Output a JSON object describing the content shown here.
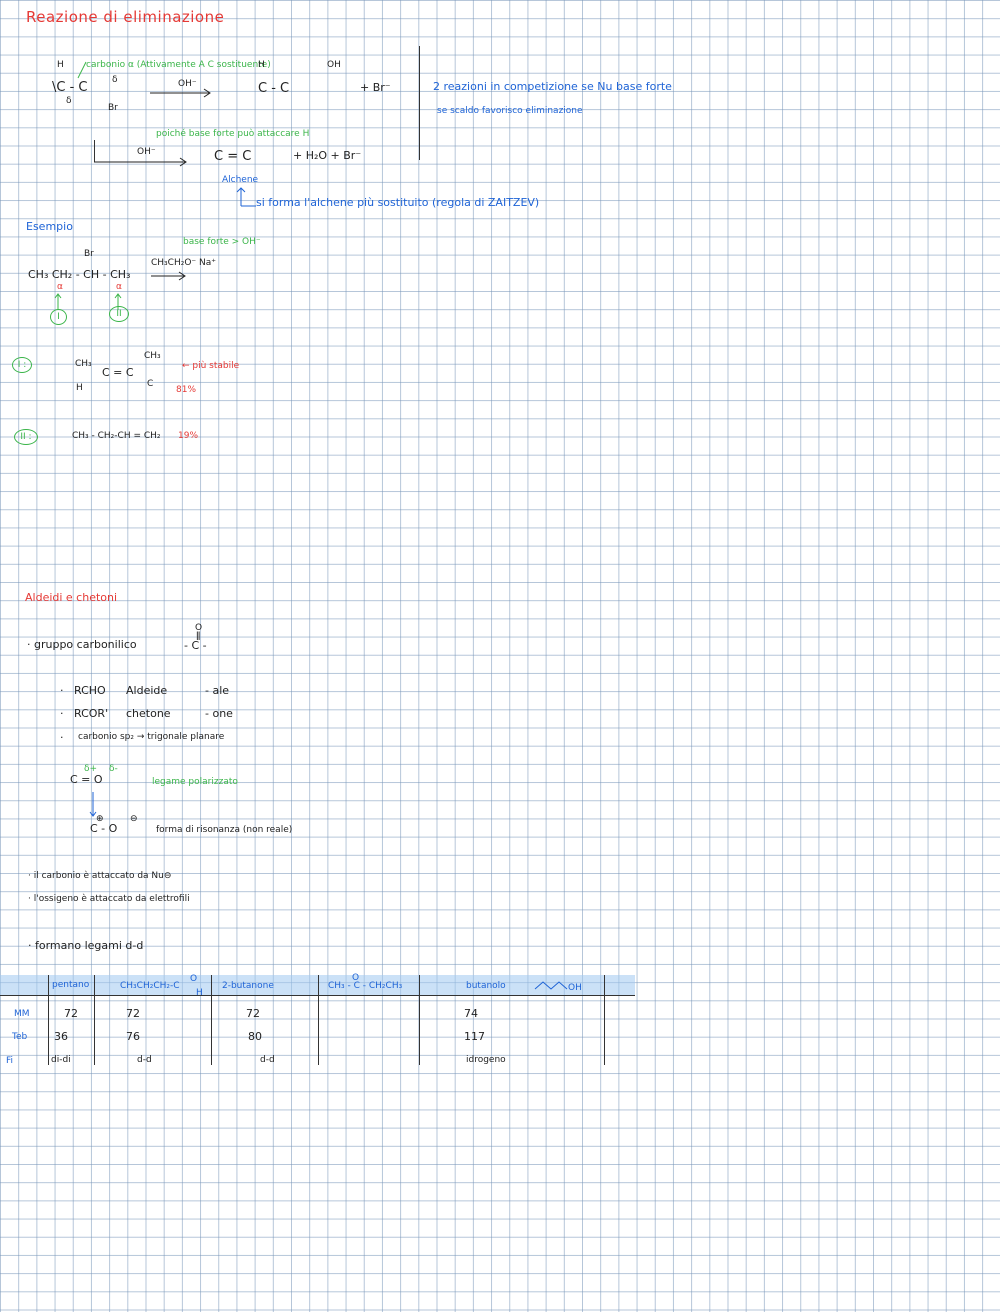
{
  "title": "Reazione di eliminazione",
  "reaction1": {
    "h_top": "H",
    "c_left": "\\C - C",
    "br_sub": "Br",
    "delta_a": "δ",
    "delta_b": "δ",
    "carbonio_note": "carbonio α (Attivamente A C sostituente)",
    "oh_reagent": "OH⁻",
    "product_h": "H",
    "product_oh": "OH",
    "product_core": "C - C",
    "plus_br": "+ Br⁻",
    "note_green": "poiché base forte può attaccare H",
    "oh_reagent2": "OH⁻",
    "alkene": "C = C",
    "plus_water": "+ H₂O + Br⁻",
    "alchene_label": "Alchene",
    "zaitzev_note": "si forma l'alchene più sostituito (regola di ZAITZEV)",
    "competition_line1": "2 reazioni in competizione  se  Nu  base forte",
    "competition_line2": "se scaldo favorisco eliminazione"
  },
  "example": {
    "label": "Esempio",
    "br": "Br",
    "chain": "CH₃ CH₂ - CH - CH₃",
    "alpha1": "α",
    "alpha2": "α",
    "circle1": "I",
    "circle2": "II",
    "reagent": "CH₃CH₂O⁻ Na⁺",
    "base_note": "base forte > OH⁻",
    "prod1_ch3_top": "CH₃",
    "prod1_left": "CH₃",
    "prod1_core": "C = C",
    "prod1_h": "H",
    "prod1_c": "C",
    "prod1_note": "← più stabile",
    "prod1_pct": "81%",
    "prod2_formula": "CH₃ - CH₂-CH = CH₂",
    "prod2_pct": "19%",
    "label_i": "I :",
    "label_ii": "II :"
  },
  "aldehydes": {
    "heading": "Aldeidi e chetoni",
    "gruppo": "· gruppo carbonilico",
    "carbonyl_o": "O",
    "carbonyl_eq": "ǁ",
    "carbonyl_c": "- C -",
    "items": [
      {
        "bullet": "·",
        "formula": "RCHO",
        "name": "Aldeide",
        "suffix": "- ale"
      },
      {
        "bullet": "·",
        "formula": "RCOR'",
        "name": "chetone",
        "suffix": "- one"
      },
      {
        "bullet": "·",
        "formula": "carbonio sp₂ → trigonale planare",
        "name": "",
        "suffix": ""
      }
    ],
    "co_double": "C = O",
    "delta_plus": "δ+",
    "delta_minus": "δ-",
    "legame": "legame polarizzato",
    "resonance": "C - O",
    "charge_c": "⊕",
    "charge_o": "⊖",
    "resonance_note": "forma di risonanza (non reale)",
    "bullet1": "· il carbonio è attaccato da Nu⊖",
    "bullet2": "· l'ossigeno è attaccato da elettrofili",
    "bullet3": "· formano legami d-d"
  },
  "table": {
    "row_labels": [
      "MM",
      "Teb",
      "Fi"
    ],
    "headers": [
      "pentano",
      "CH₃CH₂CH₂-C",
      "2-butanone",
      "CH₃ - C - CH₂CH₃",
      "butanolo",
      "OH"
    ],
    "header_aldehyde_o": "O",
    "header_aldehyde_h": "H",
    "header_ketone_o": "O",
    "rows": [
      [
        "72",
        "72",
        "72",
        "",
        "74"
      ],
      [
        "36",
        "76",
        "80",
        "",
        "117"
      ],
      [
        "di-di",
        "d-d",
        "d-d",
        "",
        "idrogeno"
      ]
    ]
  },
  "colors": {
    "red": "#e53935",
    "green": "#3bb54a",
    "blue": "#1e63d6",
    "grid": "#7896b9",
    "table_head": "#a0c8f0"
  }
}
